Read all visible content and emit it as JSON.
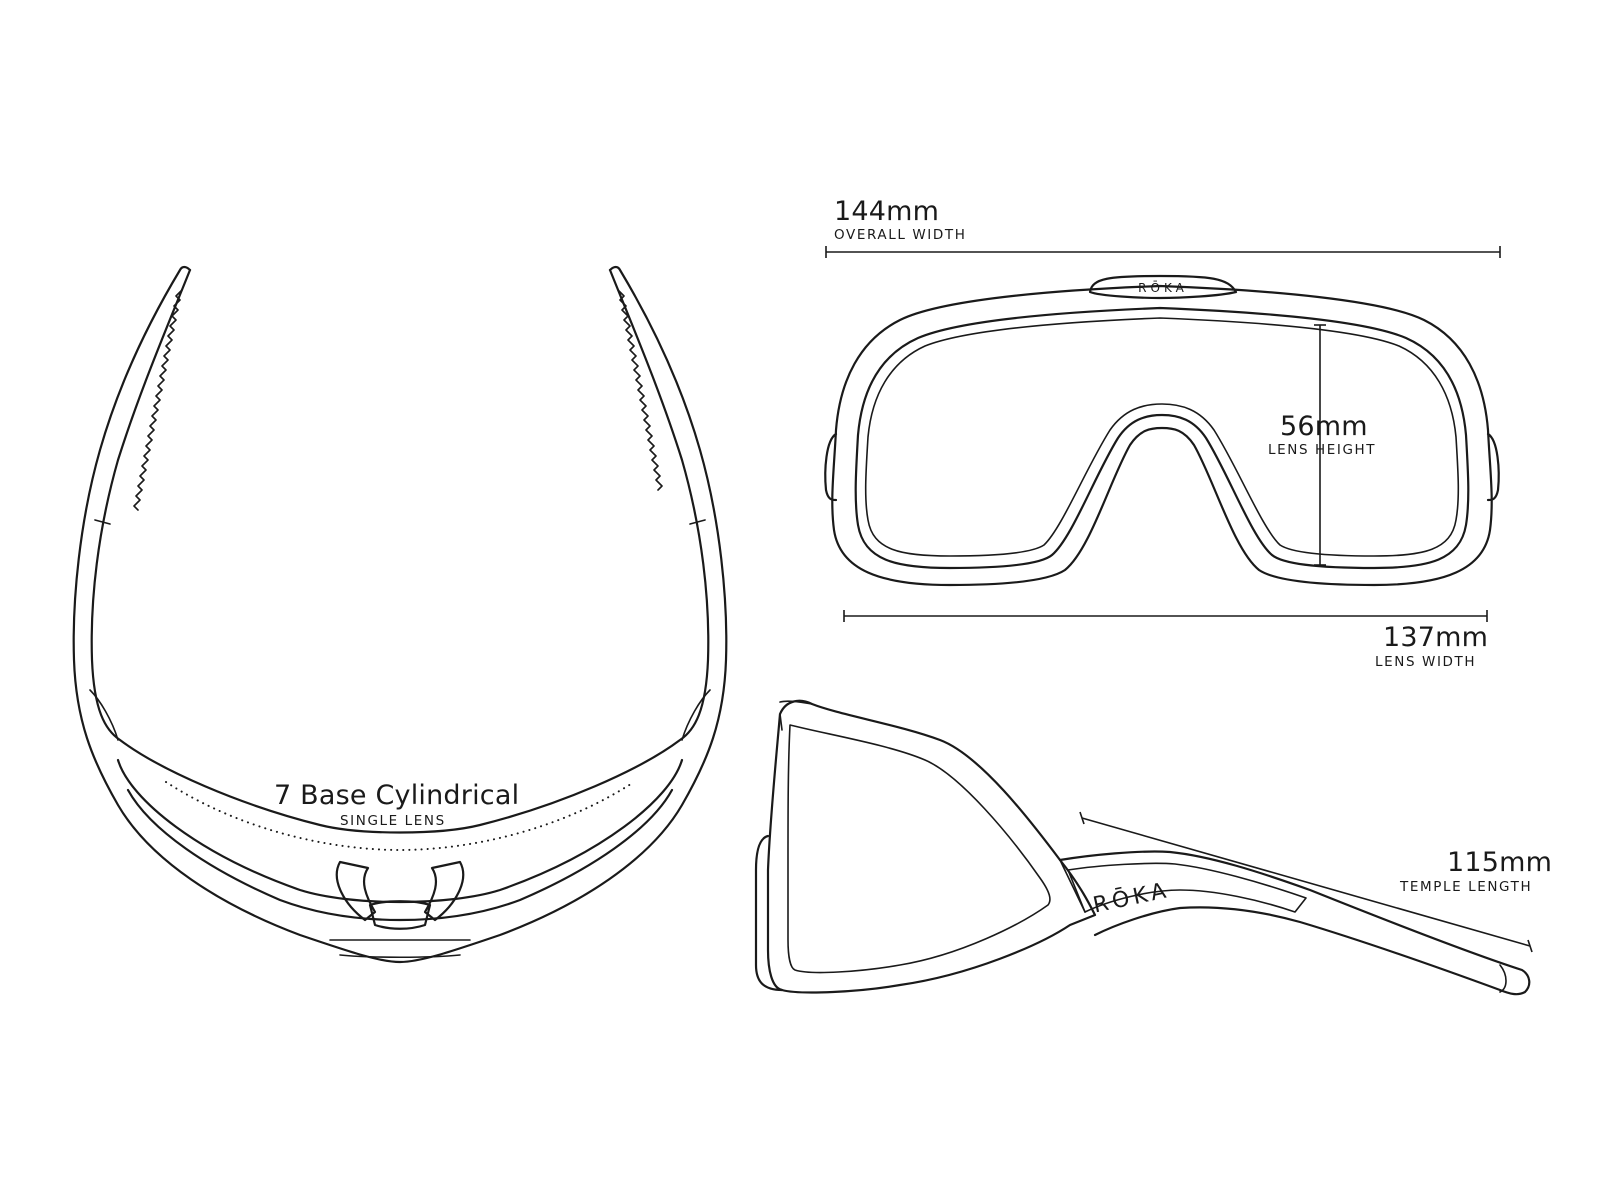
{
  "brand": "RŌKA",
  "dimensions": {
    "overall_width": {
      "value": "144mm",
      "label": "OVERALL WIDTH"
    },
    "lens_height": {
      "value": "56mm",
      "label": "LENS HEIGHT"
    },
    "lens_width": {
      "value": "137mm",
      "label": "LENS WIDTH"
    },
    "temple_length": {
      "value": "115mm",
      "label": "TEMPLE LENGTH"
    }
  },
  "lens": {
    "title": "7 Base Cylindrical",
    "subtitle": "SINGLE LENS"
  }
}
